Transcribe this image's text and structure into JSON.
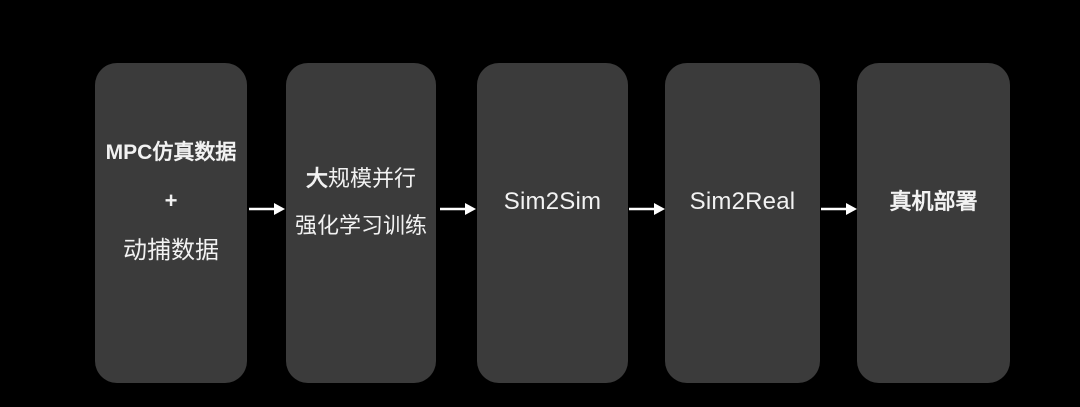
{
  "colors": {
    "background": "#000000",
    "box": "#3b3b3b",
    "text": "#f2f2f2",
    "arrow": "#ffffff"
  },
  "flow": {
    "box1": {
      "line1": "MPC仿真数据",
      "line2": "+",
      "line3": "动捕数据"
    },
    "box2": {
      "line1_lead": "大",
      "line1_rest": "规模并行",
      "line2": "强化学习训练"
    },
    "box3": {
      "label": "Sim2Sim"
    },
    "box4": {
      "label": "Sim2Real"
    },
    "box5": {
      "label": "真机部署"
    }
  }
}
